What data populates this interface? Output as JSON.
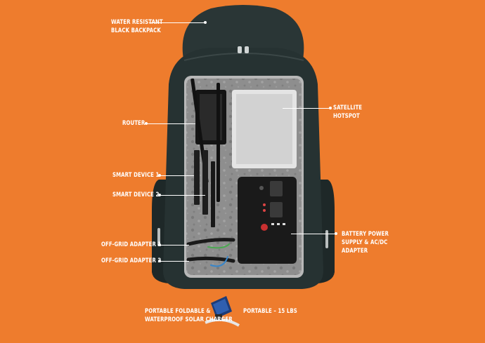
{
  "labels": {
    "backpack": [
      "WATER RESISTANT",
      "BLACK BACKPACK"
    ],
    "router": "ROUTER",
    "smart1": "SMART DEVICE 1",
    "smart2": "SMART DEVICE 2",
    "offgrid1": "OFF-GRID ADAPTER 1",
    "offgrid2": "OFF-GRID ADAPTER 2",
    "satellite": [
      "SATELLITE",
      "HOTSPOT"
    ],
    "battery": [
      "BATTERY POWER",
      "SUPPLY & AC/DC",
      "ADAPTER"
    ],
    "solar": [
      "PORTABLE FOLDABLE &",
      "WATERPROOF SOLAR CHARGER"
    ],
    "portable": "PORTABLE – 15 LBS"
  },
  "colors": {
    "background": "#ee7c2d",
    "backpack": "#263232",
    "foam": "#8f8f8f",
    "label": "#ffffff"
  },
  "icons": {
    "solar_charger": "solar-panel-icon"
  }
}
